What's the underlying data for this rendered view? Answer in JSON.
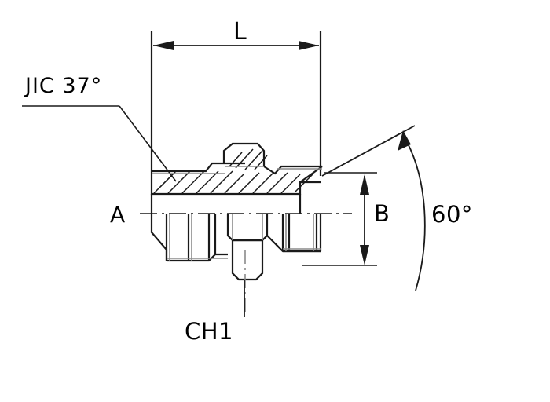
{
  "drawing": {
    "title": "JIC 37 degree male fitting cross-section drawing",
    "line_color": "#1a1a1a",
    "secondary_line_color": "#8a8a8a",
    "background_color": "#ffffff"
  },
  "labels": {
    "length": "L",
    "thread_spec": "JIC  37°",
    "axis": "A",
    "body_dia": "B",
    "cone_angle": "60°",
    "hex_size": "CH1"
  },
  "annotations": {
    "dimension_L": {
      "name": "overall-length",
      "text": "L",
      "type": "linear-horizontal"
    },
    "dimension_B": {
      "name": "body-diameter",
      "text": "B",
      "type": "linear-vertical"
    },
    "dimension_A": {
      "name": "centerline-axis",
      "text": "A",
      "type": "centerline"
    },
    "dimension_CH1": {
      "name": "hex-width-across-flats",
      "text": "CH1",
      "type": "leader"
    },
    "note_jic": {
      "name": "jic-seat-note",
      "text": "JIC  37°",
      "type": "leader-note"
    },
    "note_angle": {
      "name": "seat-included-angle",
      "text": "60°",
      "type": "angular"
    }
  }
}
